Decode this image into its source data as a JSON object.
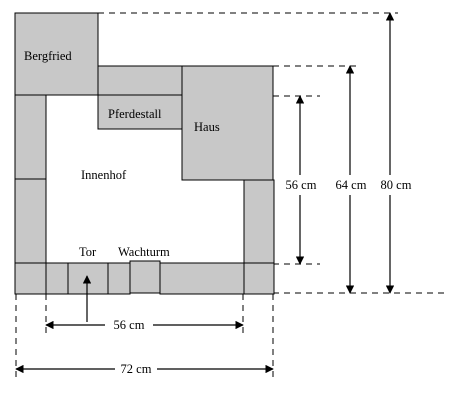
{
  "labels": {
    "bergfried": "Bergfried",
    "pferdestall": "Pferdestall",
    "haus": "Haus",
    "innenhof": "Innenhof",
    "tor": "Tor",
    "wachturm": "Wachturm"
  },
  "dimensions": {
    "inner_width": "56 cm",
    "outer_width": "72 cm",
    "height_56": "56 cm",
    "height_64": "64 cm",
    "height_80": "80 cm"
  },
  "colors": {
    "wall_fill": "#c8c8c8",
    "stroke": "#000000",
    "background": "#ffffff"
  }
}
